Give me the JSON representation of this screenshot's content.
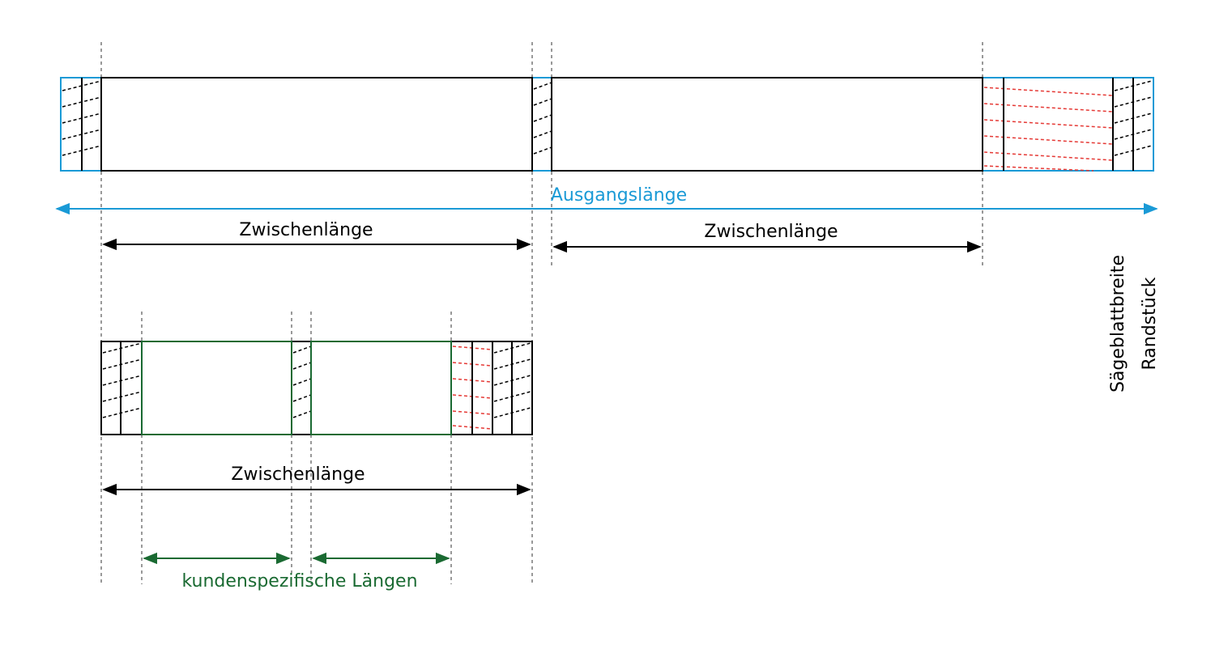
{
  "labels": {
    "ausgangslaenge": "Ausgangslänge",
    "zwischenlaenge_1": "Zwischenlänge",
    "zwischenlaenge_2": "Zwischenlänge",
    "zwischenlaenge_3": "Zwischenlänge",
    "kundenspezifische": "kundenspezifische Längen",
    "saegeblattbreite": "Sägeblattbreite",
    "randstueck": "Randstück"
  },
  "colors": {
    "blue": "#1a9ad6",
    "green": "#1a6a32",
    "red": "#e53935",
    "black": "#000000"
  }
}
